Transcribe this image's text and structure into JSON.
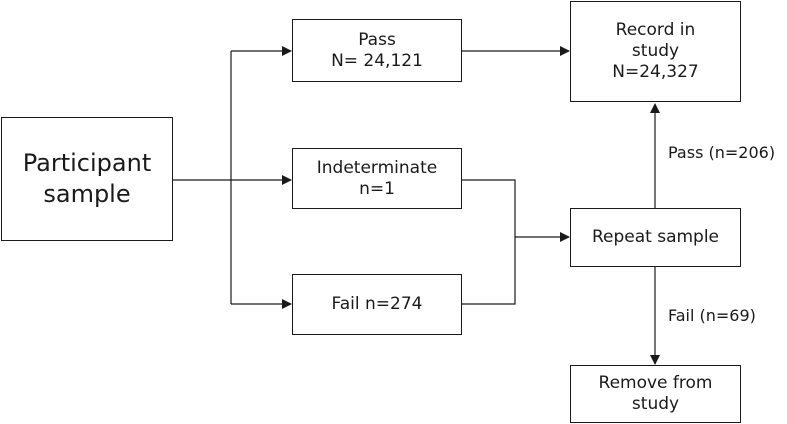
{
  "nodes": {
    "participant_sample": {
      "lines": [
        "Participant",
        "sample"
      ]
    },
    "pass": {
      "lines": [
        "Pass",
        "N= 24,121"
      ]
    },
    "indeterminate": {
      "lines": [
        "Indeterminate",
        "n=1"
      ]
    },
    "fail": {
      "lines": [
        "Fail n=274"
      ]
    },
    "record": {
      "lines": [
        "Record in",
        "study",
        "N=24,327"
      ]
    },
    "repeat": {
      "lines": [
        "Repeat sample"
      ]
    },
    "remove": {
      "lines": [
        "Remove from",
        "study"
      ]
    }
  },
  "edges": {
    "repeat_pass_label": "Pass (n=206)",
    "repeat_fail_label": "Fail (n=69)"
  },
  "colors": {
    "stroke": "#1a1a1a",
    "background": "#ffffff"
  }
}
